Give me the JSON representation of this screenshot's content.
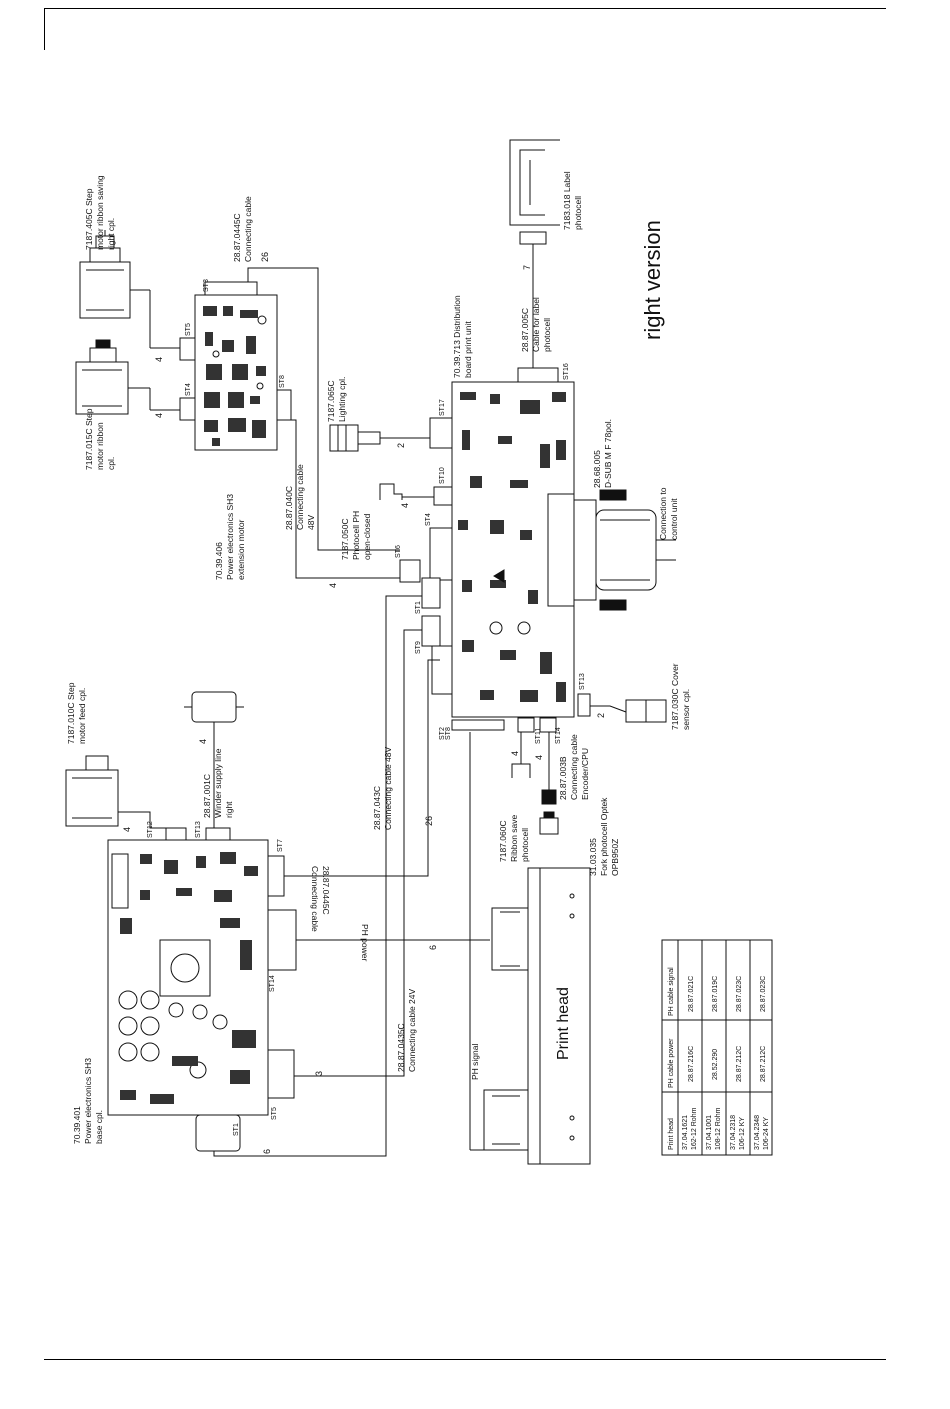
{
  "title": "right version",
  "components": {
    "step_motor_ribbon_right": [
      "7187.405C Step",
      "motor ribbon saving",
      "right cpl."
    ],
    "conn_cable_2887_0445": [
      "28.87.0445C",
      "Connecting cable"
    ],
    "step_motor_ribbon": [
      "7187.015C Step",
      "motor ribbon",
      "cpl."
    ],
    "power_ext": [
      "70.39.406",
      "Power electronics SH3",
      "extension motor"
    ],
    "cable_48v_040": [
      "28.87.040C",
      "Connecting cable",
      "48V"
    ],
    "lighting": [
      "7187.065C",
      "Lighting cpl."
    ],
    "photocell_ph": [
      "7187.050C",
      "Photocell PH",
      "open-closed"
    ],
    "distribution": [
      "70.39.713 Distribution",
      "board print unit"
    ],
    "cable_label_photocell": [
      "28.87.005C",
      "Cable for label",
      "photocell"
    ],
    "label_photocell": [
      "7183.018 Label",
      "photocell"
    ],
    "dsub": [
      "28.68.005",
      "D-SUB M F 78pol."
    ],
    "control_unit": [
      "Connection to",
      "control unit"
    ],
    "step_motor_feed": [
      "7187.010C Step",
      "motor feed cpl."
    ],
    "winder_supply": [
      "28.87.001C",
      "Winder supply line",
      "right"
    ],
    "cover_sensor": [
      "7187.030C Cover",
      "sensor cpl."
    ],
    "cable_48v_043": [
      "28.87.043C",
      "Connecting cable 48V"
    ],
    "encoder_cable": [
      "28.87.003B",
      "Connecting cable",
      "Encoder/CPU"
    ],
    "fork_photocell": [
      "31.03.035",
      "Fork photocell Optek",
      "OPB950Z"
    ],
    "ribbon_save": [
      "7187.060C",
      "Ribbon save",
      "photocell"
    ],
    "conn_cable_0445_mid": [
      "Connecting cable",
      "28.87.0445C"
    ],
    "power_base": [
      "70.39.401",
      "Power electronics SH3",
      "base cpl."
    ],
    "cable_24v": [
      "28.87.0435C",
      "Connecting cable 24V"
    ]
  },
  "connectors": {
    "st3": "ST3",
    "st5": "ST5",
    "st4": "ST4",
    "st8": "ST8",
    "st17": "ST17",
    "st10": "ST10",
    "st6": "ST6",
    "st1": "ST1",
    "st9": "ST9",
    "st2": "ST2",
    "st11": "ST11",
    "st14": "ST14",
    "st13": "ST13",
    "st16": "ST16",
    "st12": "ST12",
    "st7": "ST7"
  },
  "wire_counts": {
    "w26a": "26",
    "w4a": "4",
    "w4b": "4",
    "w2a": "2",
    "w4c": "4",
    "w4d": "4",
    "w7": "7",
    "w4e": "4",
    "w4f": "4",
    "w4g": "4",
    "w26b": "26",
    "w2b": "2",
    "w6a": "6",
    "w3": "3",
    "w6b": "6"
  },
  "signals": {
    "ph_power": "PH power",
    "ph_signal": "PH signal"
  },
  "print_head_label": "Print head",
  "table": {
    "headers": [
      "Print head",
      "PH cable power",
      "PH cable signal"
    ],
    "rows": [
      [
        "37.04.1621",
        "162-12 Rohm",
        "28.87.216C",
        "28.87.021C"
      ],
      [
        "37.04.1001",
        "108-12 Rohm",
        "28.52.290",
        "28.87.019C"
      ],
      [
        "37.04.2318",
        "106-12 KY",
        "28.87.212C",
        "28.87.023C"
      ],
      [
        "37.04.2348",
        "106-24 KY",
        "28.87.212C",
        "28.87.023C"
      ]
    ]
  }
}
